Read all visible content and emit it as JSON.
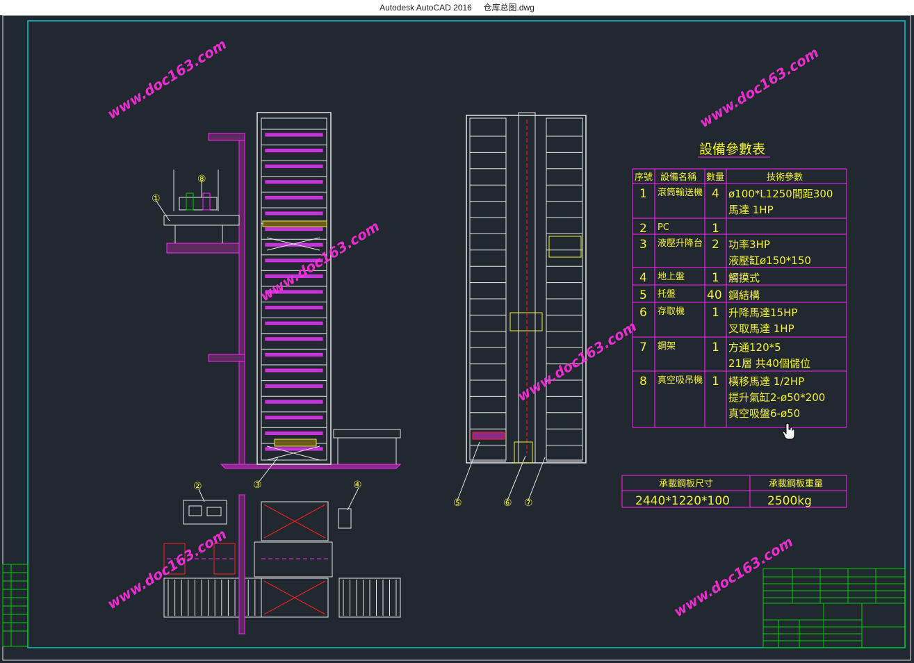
{
  "window": {
    "app_title": "Autodesk AutoCAD 2016",
    "file_name": "仓库总图.dwg"
  },
  "watermark": "www.doc163.com",
  "colors": {
    "background": "#212830",
    "frame": "#00c8c8",
    "magenta": "#ff22ff",
    "yellow": "#f2f03a",
    "white": "#e8e8e8",
    "red": "#ff2020"
  },
  "balloons": [
    "①",
    "②",
    "③",
    "④",
    "⑤",
    "⑥",
    "⑦",
    "⑧"
  ],
  "equipment_table": {
    "title": "設備參數表",
    "headers": [
      "序號",
      "設備名稱",
      "數量",
      "技術參數"
    ],
    "rows": [
      {
        "no": "1",
        "name": "滾筒輸送機",
        "qty": "4",
        "spec1": "ø100*L1250間距300",
        "spec2": "馬達 1HP"
      },
      {
        "no": "2",
        "name": "PC",
        "qty": "1",
        "spec1": "",
        "spec2": ""
      },
      {
        "no": "3",
        "name": "液壓升降台",
        "qty": "2",
        "spec1": "功率3HP",
        "spec2": "液壓缸ø150*150"
      },
      {
        "no": "4",
        "name": "地上盤",
        "qty": "1",
        "spec1": "觸摸式",
        "spec2": ""
      },
      {
        "no": "5",
        "name": "托盤",
        "qty": "40",
        "spec1": "鋼結構",
        "spec2": ""
      },
      {
        "no": "6",
        "name": "存取機",
        "qty": "1",
        "spec1": "升降馬達15HP",
        "spec2": "叉取馬達 1HP"
      },
      {
        "no": "7",
        "name": "鋼架",
        "qty": "1",
        "spec1": "方通120*5",
        "spec2": "21層  共40個儲位"
      },
      {
        "no": "8",
        "name": "真空吸吊機",
        "qty": "1",
        "spec1": "橫移馬達 1/2HP",
        "spec2": "提升氣缸2-ø50*200",
        "spec3": "真空吸盤6-ø50"
      }
    ]
  },
  "load_table": {
    "headers": [
      "承載鋼板尺寸",
      "承載鋼板重量"
    ],
    "values": [
      "2440*1220*100",
      "2500kg"
    ]
  }
}
